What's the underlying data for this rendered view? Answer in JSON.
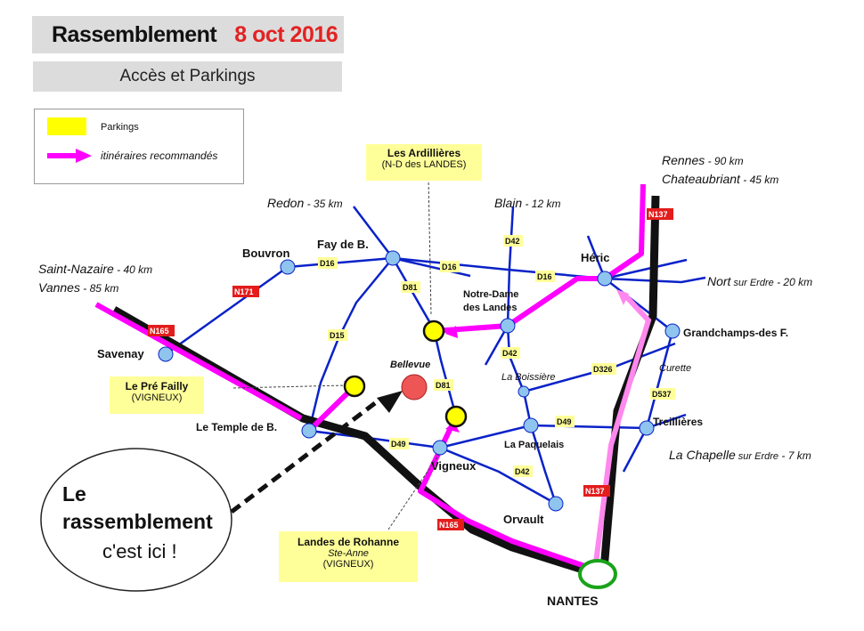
{
  "header": {
    "title": "Rassemblement",
    "date": "8 oct 2016",
    "subtitle": "Accès et Parkings"
  },
  "legend": {
    "parkings": "Parkings",
    "routes": "itinéraires recommandés"
  },
  "callouts": {
    "ardillieres": {
      "name": "Les Ardillières",
      "sub": "(N-D des LANDES)"
    },
    "pre_failly": {
      "name": "Le Pré Failly",
      "sub": "(VIGNEUX)"
    },
    "rohanne": {
      "name": "Landes de Rohanne",
      "place": "Ste-Anne",
      "sub": "(VIGNEUX)"
    }
  },
  "ellipse": {
    "line1": "Le",
    "line2": "rassemblement",
    "line3": "c'est ici !"
  },
  "destinations": {
    "redon": {
      "name": "Redon",
      "dist": " - 35 km"
    },
    "blain": {
      "name": "Blain",
      "dist": " - 12 km"
    },
    "rennes": {
      "name": "Rennes",
      "dist": " - 90 km"
    },
    "chateaubriant": {
      "name": "Chateaubriant",
      "dist": " - 45 km"
    },
    "saint_nazaire": {
      "name": "Saint-Nazaire",
      "dist": " - 40 km"
    },
    "vannes": {
      "name": "Vannes",
      "dist": " - 85 km"
    },
    "nort": {
      "name": "Nort",
      "mid": " sur Erdre",
      "dist": " - 20 km"
    },
    "la_chapelle": {
      "name": "La Chapelle",
      "mid": " sur Erdre",
      "dist": " - 7 km"
    }
  },
  "places": {
    "bouvron": "Bouvron",
    "fay": "Fay de B.",
    "heric": "Héric",
    "notre_dame": "Notre-Dame",
    "des_landes": "des Landes",
    "grandchamps": "Grandchamps-des F.",
    "curette": "Curette",
    "savenay": "Savenay",
    "bellevue": "Bellevue",
    "la_boissiere": "La Boissière",
    "temple": "Le Temple de B.",
    "treillieres": "Treillières",
    "paquelais": "La Paquelais",
    "vigneux": "Vigneux",
    "orvault": "Orvault",
    "nantes": "NANTES"
  },
  "roads": {
    "n137_top": "N137",
    "d42_top": "D42",
    "d16_a": "D16",
    "d16_b": "D16",
    "d16_c": "D16",
    "n171": "N171",
    "d81_a": "D81",
    "n165_a": "N165",
    "d15": "D15",
    "d42_mid": "D42",
    "d326": "D326",
    "d81_b": "D81",
    "d537": "D537",
    "d49_a": "D49",
    "d49_b": "D49",
    "d42_low": "D42",
    "n137_low": "N137",
    "n165_b": "N165"
  },
  "colors": {
    "blue_road": "#0a22c8",
    "node": "#8fc4ee",
    "motorway": "#111111",
    "route": "#ff00ff",
    "route_light": "#ff88ee",
    "parking": "#ffff00",
    "site": "#ee5555",
    "nantes_ring": "#1aa31a",
    "road_label": "#ffff99",
    "national_label": "#e31c1c"
  }
}
